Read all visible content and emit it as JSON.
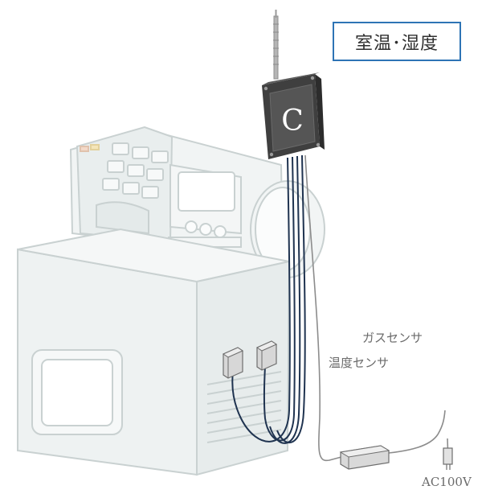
{
  "title_label": "室温･湿度",
  "device": {
    "letter": "C"
  },
  "labels": {
    "gas_sensor": "ガスセンサ",
    "temp_sensor": "温度センサ",
    "power": "AC100V"
  },
  "colors": {
    "title_border": "#2e74b5",
    "cable": "#1f3350",
    "machine_fill": "#eef2f2",
    "machine_outline": "#c9d1d1",
    "device_body": "#4a4a4a",
    "label_text": "#6b6b6b"
  }
}
